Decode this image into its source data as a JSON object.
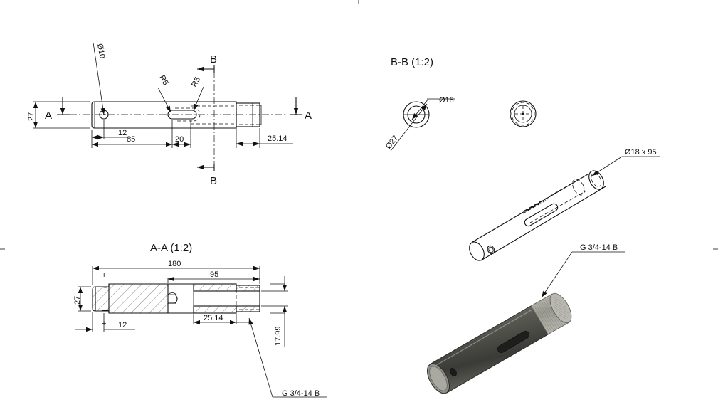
{
  "views": {
    "front": {
      "dims": {
        "dia_hole": "Ø10",
        "radius_left": "R5",
        "radius_right": "R5",
        "height": "27",
        "len_12": "12",
        "len_85": "85",
        "len_20": "20",
        "len_thread": "25.14"
      },
      "section_labels": {
        "a_left": "A",
        "a_right": "A",
        "b_top": "B",
        "b_bottom": "B"
      }
    },
    "section_bb": {
      "title": "B-B (1:2)",
      "dims": {
        "dia_18": "Ø18",
        "dia_27": "Ø27"
      }
    },
    "section_aa": {
      "title": "A-A (1:2)",
      "dims": {
        "total": "180",
        "bore": "95",
        "height": "27",
        "len_12": "12",
        "len_thread": "25.14",
        "dia_1799": "17.99"
      },
      "thread_callout": "G 3/4-14 B"
    },
    "iso_wire": {
      "callout": "Ø18 x 95"
    },
    "iso_shaded": {
      "callout": "G 3/4-14 B"
    }
  },
  "colors": {
    "line": "#111111",
    "paper": "#ffffff",
    "shaft_dark": "#3f3f3b",
    "shaft_light": "#a7a79f"
  }
}
